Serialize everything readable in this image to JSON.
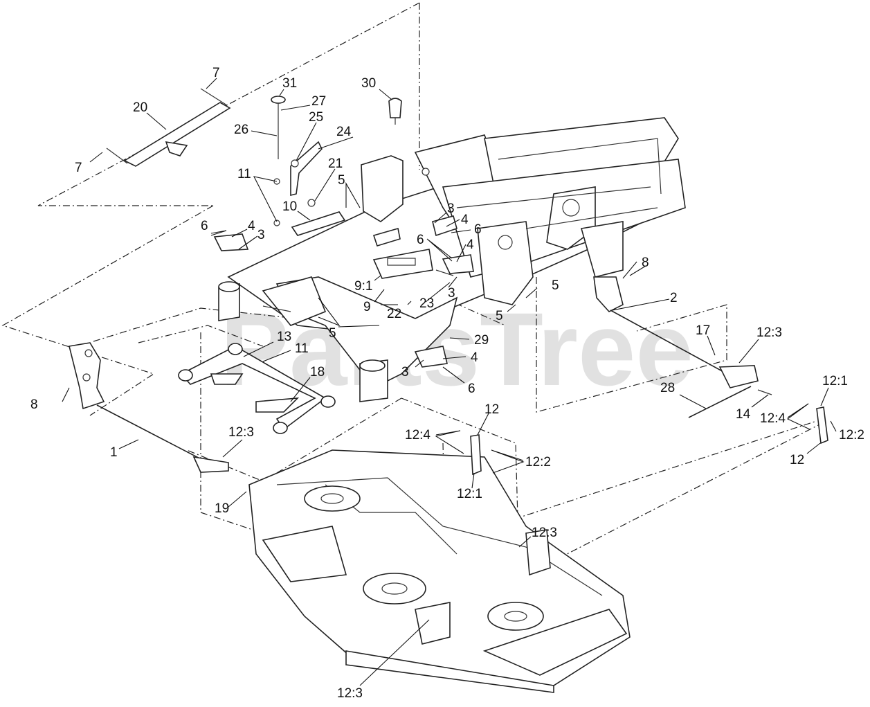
{
  "watermark": "PartsTree",
  "callouts": [
    {
      "id": "c7a",
      "text": "7"
    },
    {
      "id": "c7b",
      "text": "7"
    },
    {
      "id": "c20",
      "text": "20"
    },
    {
      "id": "c31",
      "text": "31"
    },
    {
      "id": "c27",
      "text": "27"
    },
    {
      "id": "c26",
      "text": "26"
    },
    {
      "id": "c25",
      "text": "25"
    },
    {
      "id": "c24",
      "text": "24"
    },
    {
      "id": "c30",
      "text": "30"
    },
    {
      "id": "c11a",
      "text": "11"
    },
    {
      "id": "c21",
      "text": "21"
    },
    {
      "id": "c10",
      "text": "10"
    },
    {
      "id": "c5a",
      "text": "5"
    },
    {
      "id": "c6a",
      "text": "6"
    },
    {
      "id": "c4a",
      "text": "4"
    },
    {
      "id": "c3a",
      "text": "3"
    },
    {
      "id": "c3b",
      "text": "3"
    },
    {
      "id": "c4b",
      "text": "4"
    },
    {
      "id": "c6b",
      "text": "6"
    },
    {
      "id": "c6c",
      "text": "6"
    },
    {
      "id": "c4c",
      "text": "4"
    },
    {
      "id": "c91",
      "text": "9:1"
    },
    {
      "id": "c9",
      "text": "9"
    },
    {
      "id": "c3c",
      "text": "3"
    },
    {
      "id": "c23",
      "text": "23"
    },
    {
      "id": "c22",
      "text": "22"
    },
    {
      "id": "c5b",
      "text": "5"
    },
    {
      "id": "c5c",
      "text": "5"
    },
    {
      "id": "c5d",
      "text": "5"
    },
    {
      "id": "c8a",
      "text": "8"
    },
    {
      "id": "c2",
      "text": "2"
    },
    {
      "id": "c13",
      "text": "13"
    },
    {
      "id": "c11b",
      "text": "11"
    },
    {
      "id": "c29",
      "text": "29"
    },
    {
      "id": "c4d",
      "text": "4"
    },
    {
      "id": "c3d",
      "text": "3"
    },
    {
      "id": "c6d",
      "text": "6"
    },
    {
      "id": "c18",
      "text": "18"
    },
    {
      "id": "c17",
      "text": "17"
    },
    {
      "id": "c123a",
      "text": "12:3"
    },
    {
      "id": "c28",
      "text": "28"
    },
    {
      "id": "c121a",
      "text": "12:1"
    },
    {
      "id": "c8b",
      "text": "8"
    },
    {
      "id": "c14",
      "text": "14"
    },
    {
      "id": "c124a",
      "text": "12:4"
    },
    {
      "id": "c122a",
      "text": "12:2"
    },
    {
      "id": "c12a",
      "text": "12"
    },
    {
      "id": "c12b",
      "text": "12"
    },
    {
      "id": "c124b",
      "text": "12:4"
    },
    {
      "id": "c122b",
      "text": "12:2"
    },
    {
      "id": "c121b",
      "text": "12:1"
    },
    {
      "id": "c1",
      "text": "1"
    },
    {
      "id": "c123b",
      "text": "12:3"
    },
    {
      "id": "c19",
      "text": "19"
    },
    {
      "id": "c123c",
      "text": "12:3"
    },
    {
      "id": "c123d",
      "text": "12:3"
    }
  ]
}
